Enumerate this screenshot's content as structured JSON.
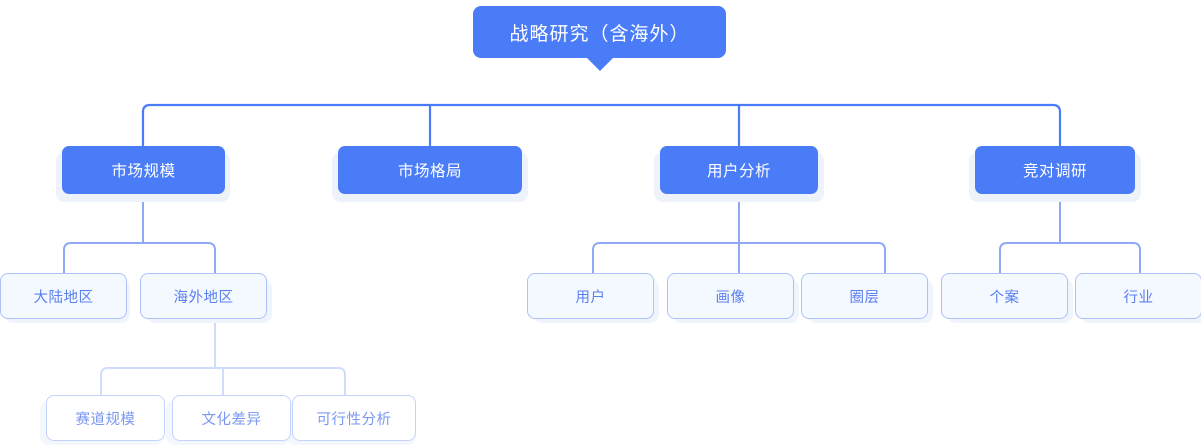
{
  "diagram": {
    "title": "战略研究（含海外）",
    "colors": {
      "primary": "#4a7cf7",
      "node_text_light": "#ffffff",
      "level3_text": "#5a7ff0",
      "level4_text": "#7b97f2",
      "level3_border": "#aec2f8",
      "level4_border": "#c3d3fa",
      "backing": "#eef2fb",
      "canvas": "#ffffff",
      "bus_line": "#4a7cf7",
      "level3_line": "#8fa9f5",
      "level4_line": "#cfdcfb"
    },
    "root": {
      "label": "战略研究（含海外）"
    },
    "branches": [
      {
        "label": "市场规模",
        "children": [
          {
            "label": "大陆地区",
            "children": []
          },
          {
            "label": "海外地区",
            "children": [
              {
                "label": "赛道规模"
              },
              {
                "label": "文化差异"
              },
              {
                "label": "可行性分析"
              }
            ]
          }
        ]
      },
      {
        "label": "市场格局",
        "children": []
      },
      {
        "label": "用户分析",
        "children": [
          {
            "label": "用户",
            "children": []
          },
          {
            "label": "画像",
            "children": []
          },
          {
            "label": "圈层",
            "children": []
          }
        ]
      },
      {
        "label": "竞对调研",
        "children": [
          {
            "label": "个案",
            "children": []
          },
          {
            "label": "行业",
            "children": []
          }
        ]
      }
    ]
  }
}
